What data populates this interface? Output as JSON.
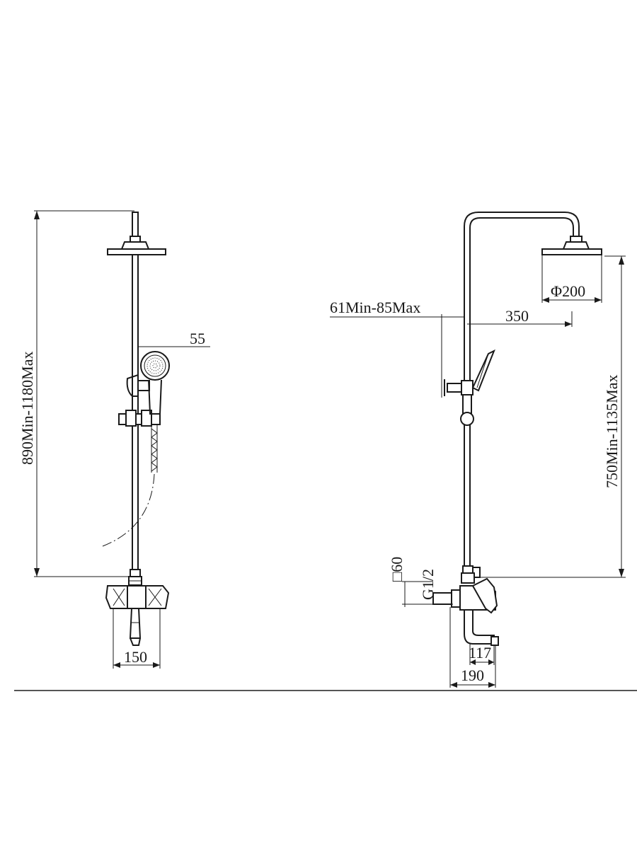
{
  "front_view": {
    "dim_height": "890Min-1180Max",
    "dim_handshower": "55",
    "dim_mixer_width": "150"
  },
  "side_view": {
    "dim_wall_offset": "61Min-85Max",
    "dim_arm_length": "350",
    "dim_head_diameter": "Φ200",
    "dim_height": "750Min-1135Max",
    "dim_square": "□60",
    "dim_thread": "G1/2",
    "dim_spout": "117",
    "dim_depth": "190"
  }
}
